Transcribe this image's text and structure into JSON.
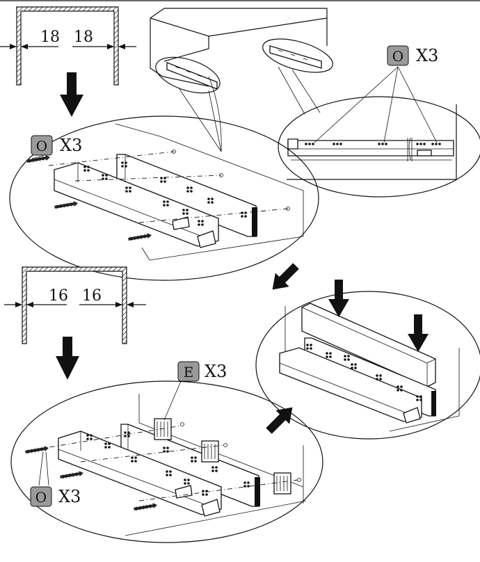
{
  "step1": {
    "dim_left": "18",
    "dim_right": "18",
    "badge": "O",
    "qty": "X3"
  },
  "zoom": {
    "badge": "O",
    "qty": "X3"
  },
  "step2": {
    "dim_left": "16",
    "dim_right": "16",
    "badge_e": "E",
    "qty_e": "X3",
    "badge_o": "O",
    "qty_o": "X3"
  },
  "colors": {
    "line": "#111111",
    "badge_fill": "#9a9a9a",
    "background": "#ffffff"
  }
}
